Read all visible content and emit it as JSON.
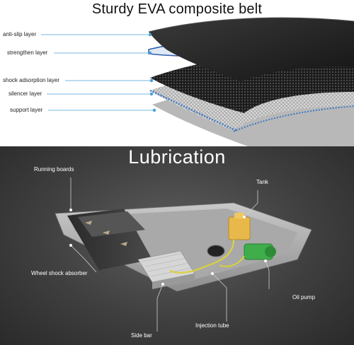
{
  "belt": {
    "title": "Sturdy EVA composite belt",
    "layers": [
      {
        "label": "anti-slip layer"
      },
      {
        "label": "strengthen layer"
      },
      {
        "label": "shock adsorption layer"
      },
      {
        "label": "silencer layer"
      },
      {
        "label": "support layer"
      }
    ]
  },
  "lubrication": {
    "title": "Lubrication",
    "labels": {
      "running_boards": "Running boards",
      "tank": "Tank",
      "wheel_shock_absorber": "Wheel shock absorber",
      "oil_pump": "Oil pump",
      "injection_tube": "Injection tube",
      "side_bar": "Side bar"
    }
  },
  "colors": {
    "leader_line": "#4a9fd8",
    "tank": "#e8b84a",
    "pump": "#3fae4a",
    "oil_tube": "#d9d23a"
  }
}
